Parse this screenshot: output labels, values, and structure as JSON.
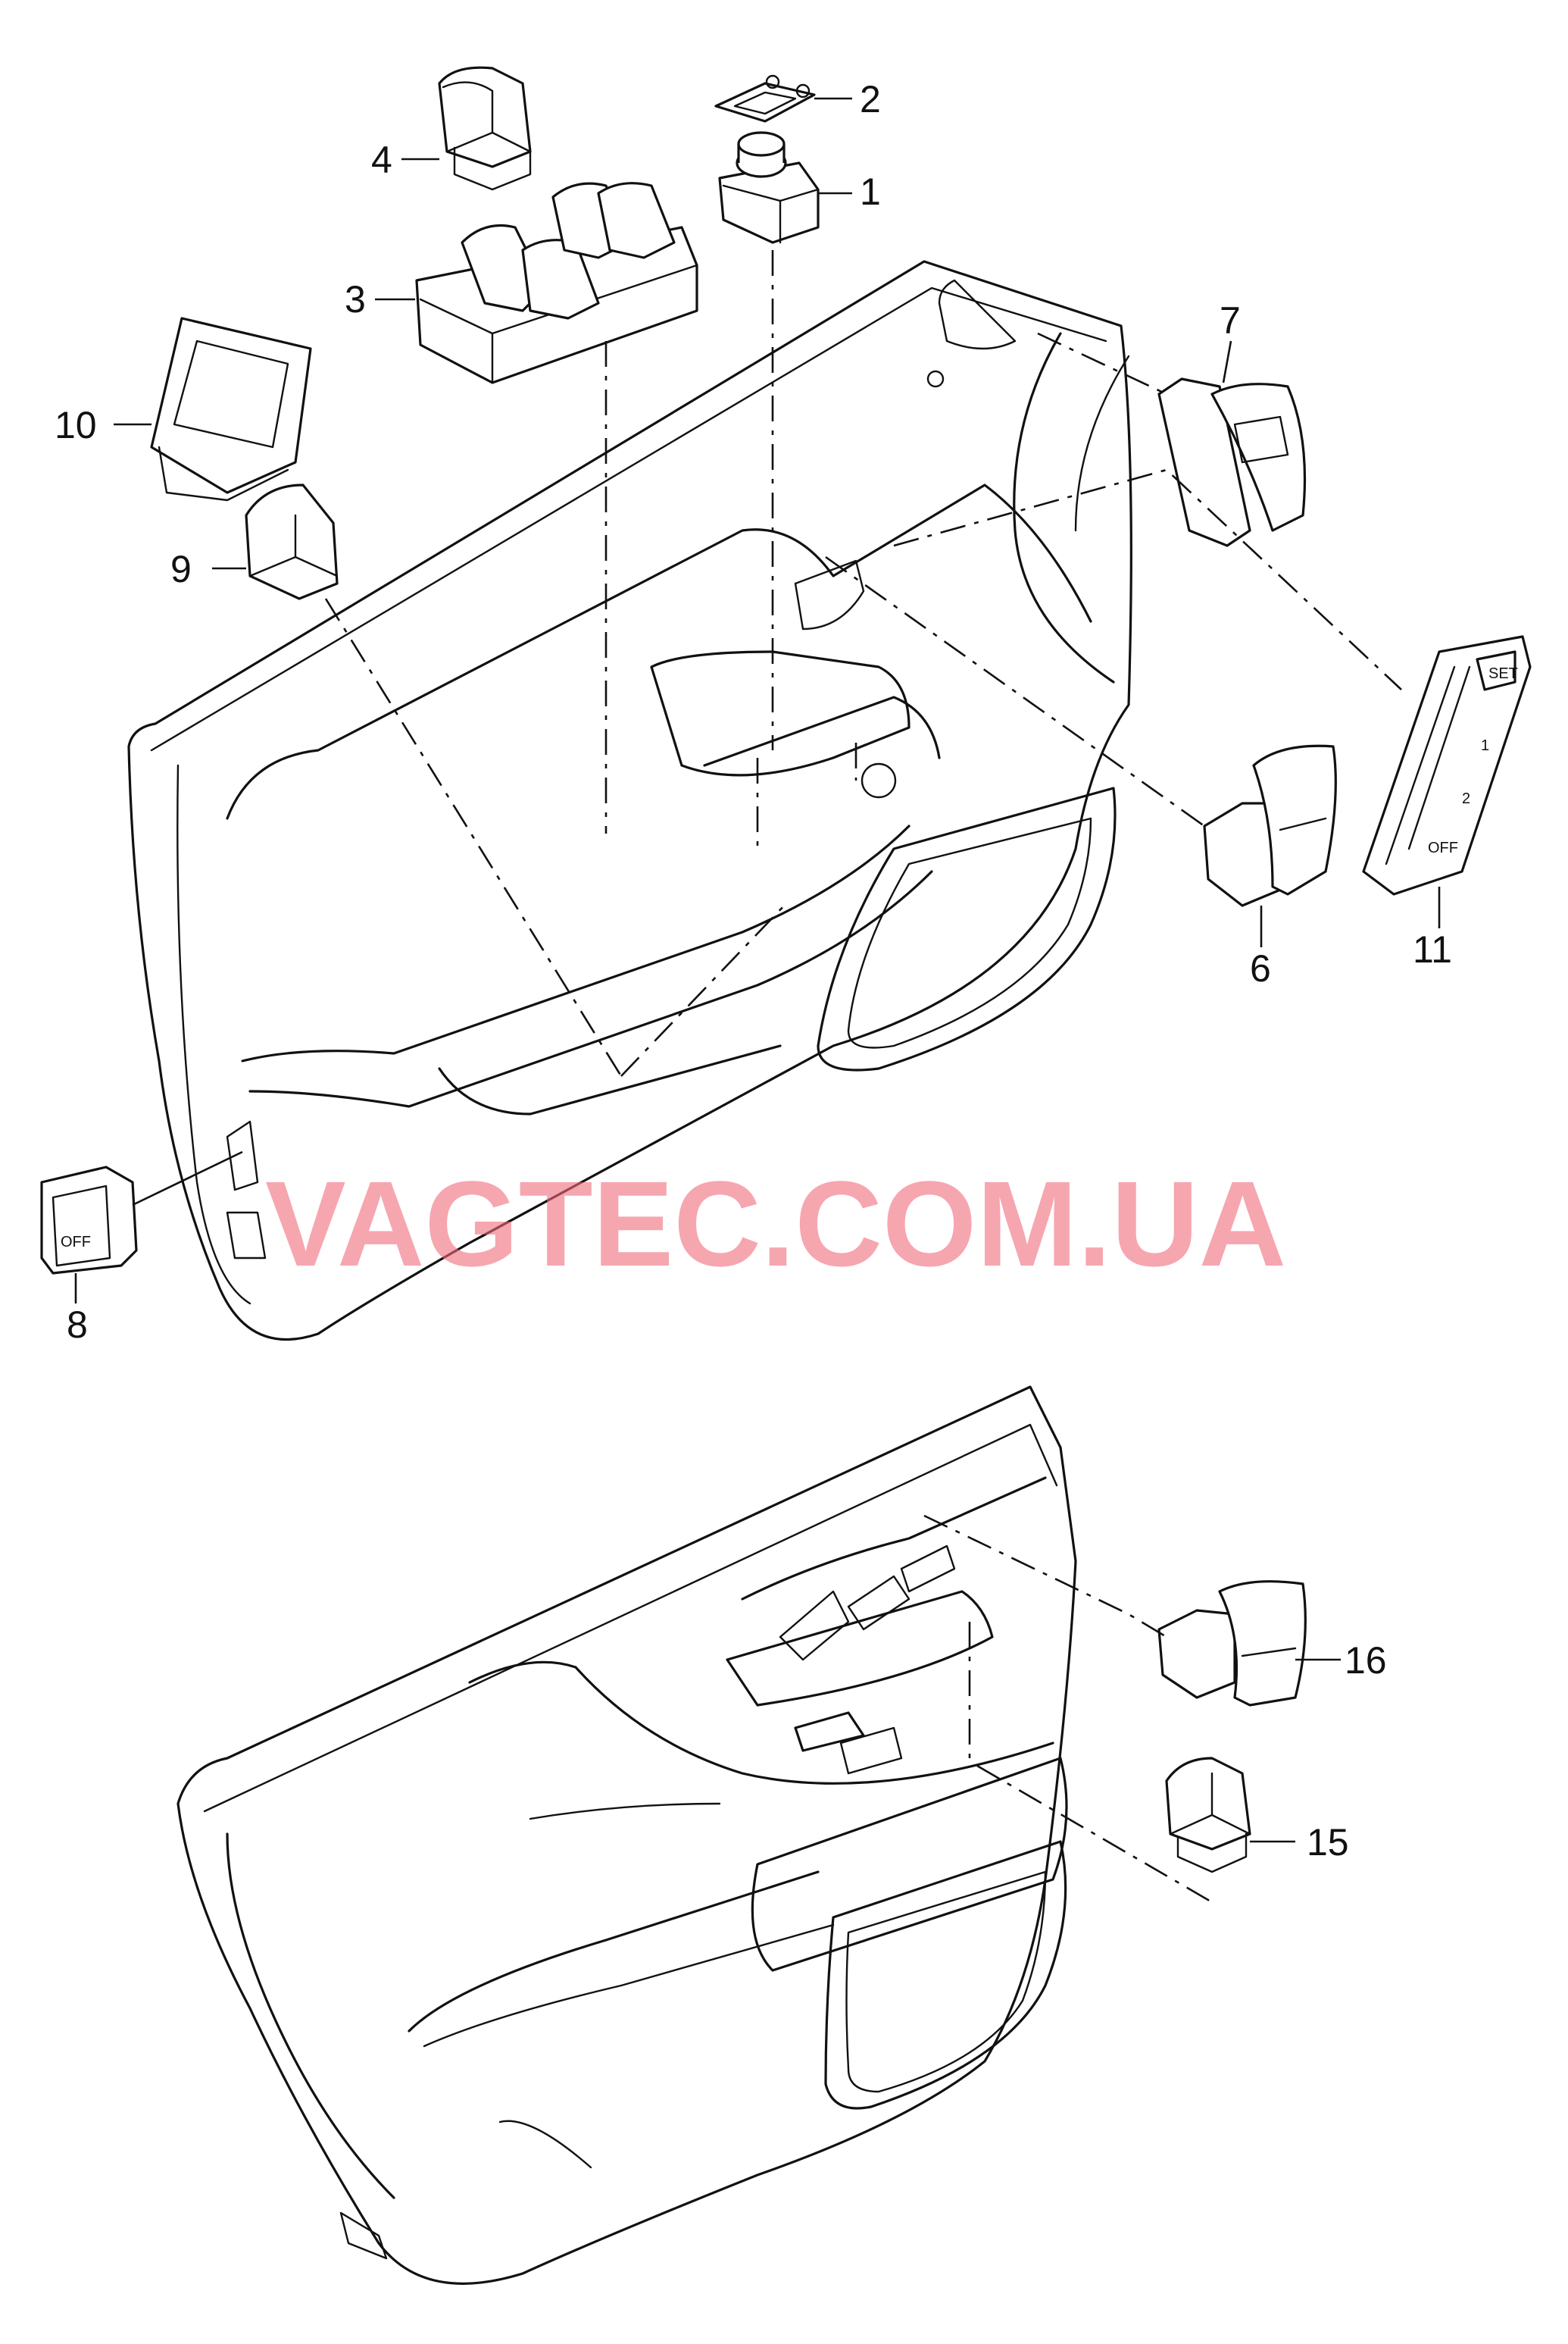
{
  "watermark": "VAGTEC.COM.UA",
  "callouts": {
    "c1": "1",
    "c2": "2",
    "c3": "3",
    "c4": "4",
    "c6": "6",
    "c7": "7",
    "c8": "8",
    "c9": "9",
    "c10": "10",
    "c11": "11",
    "c15": "15",
    "c16": "16"
  },
  "memory_switch_keys": {
    "set": "SET",
    "k1": "1",
    "k2": "2",
    "off": "OFF"
  },
  "switch8_text": "OFF"
}
